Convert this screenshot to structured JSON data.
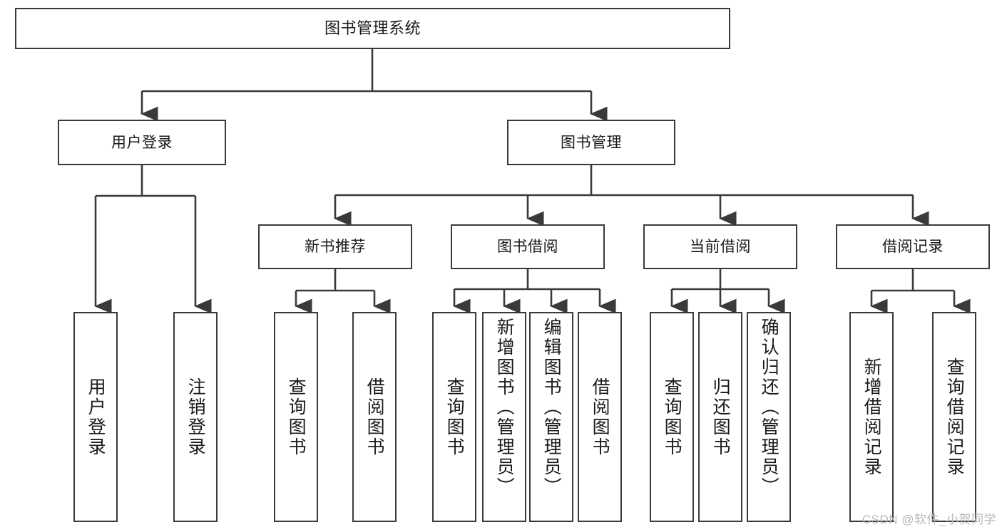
{
  "diagram": {
    "title": "图书管理系统",
    "type": "tree",
    "watermark": "CSDN @软件_小贺同学",
    "stroke_color": "#3a3a3a",
    "fill_color": "#ffffff",
    "text_color": "#1a1a1a",
    "watermark_color": "#b9b9b9"
  },
  "nodes": {
    "root": {
      "label": "图书管理系统"
    },
    "level1": [
      {
        "label": "用户登录"
      },
      {
        "label": "图书管理"
      }
    ],
    "level2": [
      {
        "label": "新书推荐"
      },
      {
        "label": "图书借阅"
      },
      {
        "label": "当前借阅"
      },
      {
        "label": "借阅记录"
      }
    ],
    "leaves": {
      "user_login": [
        {
          "label": "用户登录"
        },
        {
          "label": "注销登录"
        }
      ],
      "new_book_recommend": [
        {
          "label": "查询图书"
        },
        {
          "label": "借阅图书"
        }
      ],
      "book_borrow": [
        {
          "label": "查询图书"
        },
        {
          "label": "新增图书（管理员）"
        },
        {
          "label": "编辑图书（管理员）"
        },
        {
          "label": "借阅图书"
        }
      ],
      "current_borrow": [
        {
          "label": "查询图书"
        },
        {
          "label": "归还图书"
        },
        {
          "label": "确认归还（管理员）"
        }
      ],
      "borrow_record": [
        {
          "label": "新增借阅记录"
        },
        {
          "label": "查询借阅记录"
        }
      ]
    }
  }
}
